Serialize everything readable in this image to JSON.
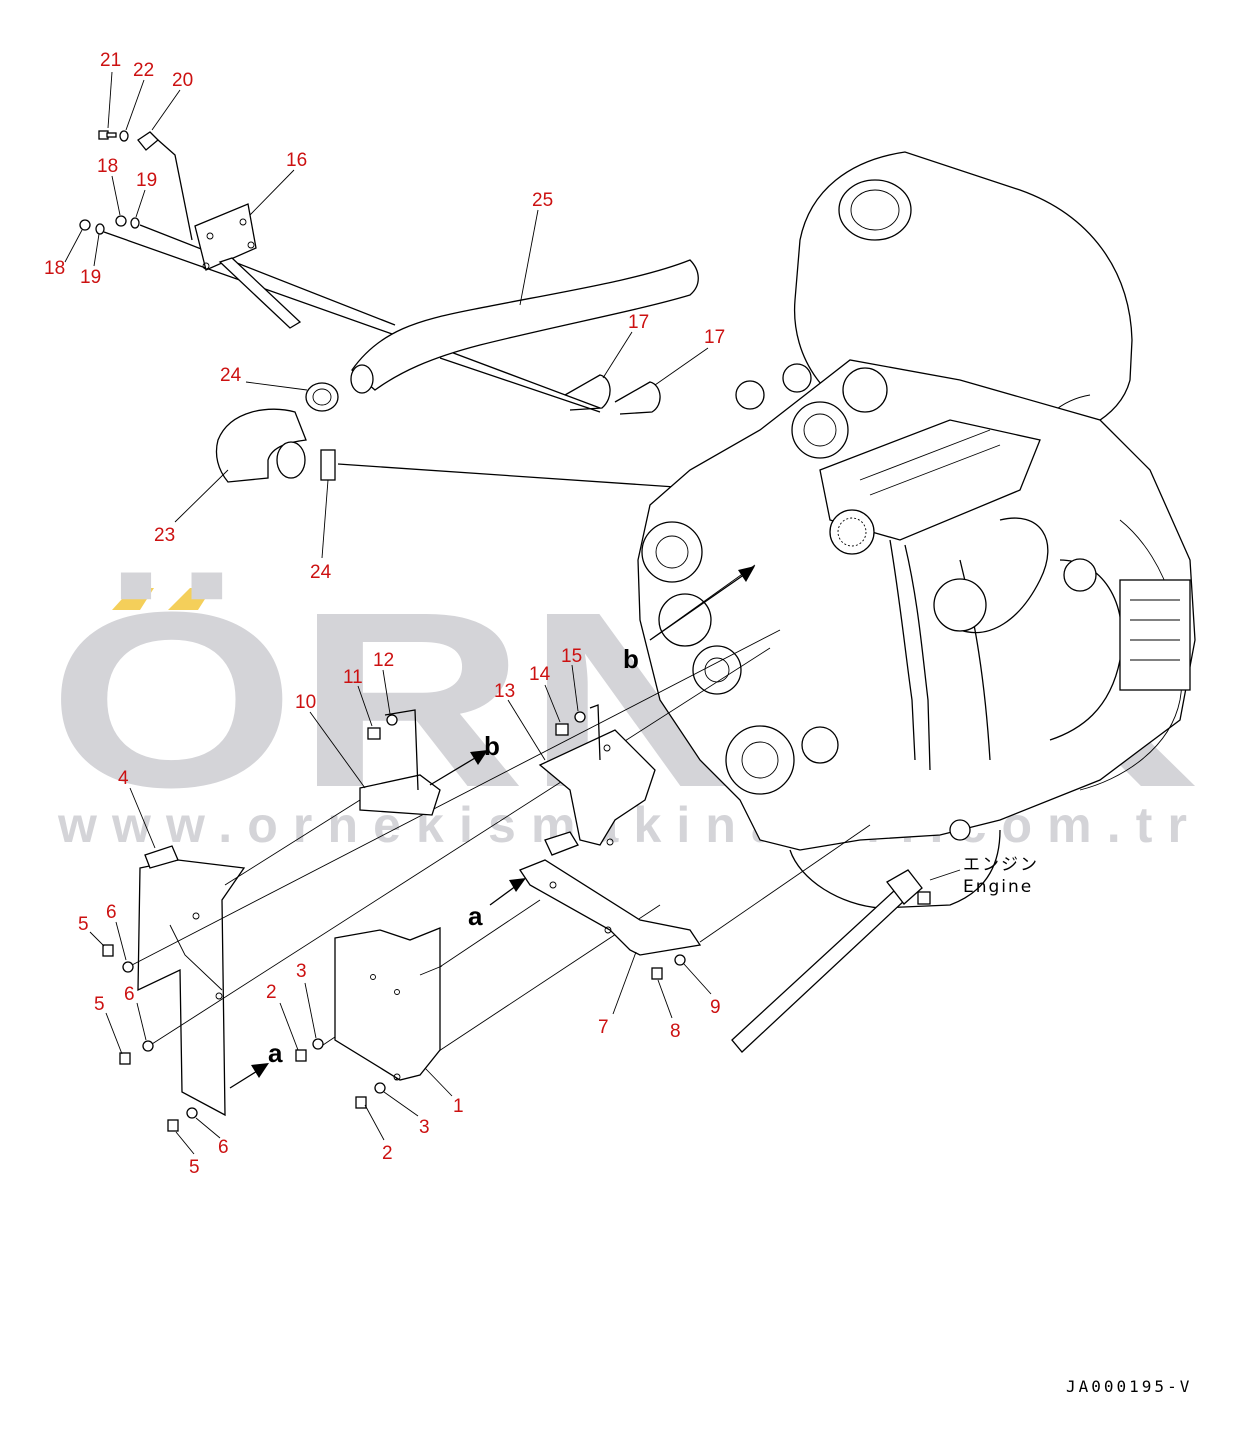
{
  "watermark": {
    "brand": "ÖRNEK",
    "url": "www.ornekismakinalari.com.tr",
    "accent_color": "#f4cf5a",
    "text_color": "#d4d4d8"
  },
  "callout_color": "#cc1111",
  "callouts": [
    {
      "id": "21",
      "label": "21"
    },
    {
      "id": "22",
      "label": "22"
    },
    {
      "id": "20",
      "label": "20"
    },
    {
      "id": "18a",
      "label": "18"
    },
    {
      "id": "19a",
      "label": "19"
    },
    {
      "id": "16",
      "label": "16"
    },
    {
      "id": "25",
      "label": "25"
    },
    {
      "id": "18b",
      "label": "18"
    },
    {
      "id": "19b",
      "label": "19"
    },
    {
      "id": "17a",
      "label": "17"
    },
    {
      "id": "17b",
      "label": "17"
    },
    {
      "id": "24a",
      "label": "24"
    },
    {
      "id": "23",
      "label": "23"
    },
    {
      "id": "24b",
      "label": "24"
    },
    {
      "id": "12",
      "label": "12"
    },
    {
      "id": "11",
      "label": "11"
    },
    {
      "id": "10",
      "label": "10"
    },
    {
      "id": "13",
      "label": "13"
    },
    {
      "id": "14",
      "label": "14"
    },
    {
      "id": "15",
      "label": "15"
    },
    {
      "id": "4",
      "label": "4"
    },
    {
      "id": "5a",
      "label": "5"
    },
    {
      "id": "6a",
      "label": "6"
    },
    {
      "id": "5b",
      "label": "5"
    },
    {
      "id": "6b",
      "label": "6"
    },
    {
      "id": "2a",
      "label": "2"
    },
    {
      "id": "3a",
      "label": "3"
    },
    {
      "id": "7",
      "label": "7"
    },
    {
      "id": "8",
      "label": "8"
    },
    {
      "id": "9",
      "label": "9"
    },
    {
      "id": "1",
      "label": "1"
    },
    {
      "id": "2b",
      "label": "2"
    },
    {
      "id": "3b",
      "label": "3"
    },
    {
      "id": "5c",
      "label": "5"
    },
    {
      "id": "6c",
      "label": "6"
    }
  ],
  "reference_marks": [
    {
      "id": "b1",
      "label": "b"
    },
    {
      "id": "b2",
      "label": "b"
    },
    {
      "id": "a1",
      "label": "a"
    },
    {
      "id": "a2",
      "label": "a"
    }
  ],
  "engine_label": {
    "japanese": "エンジン",
    "english": "Engine"
  },
  "document_code": "JA000195-V"
}
